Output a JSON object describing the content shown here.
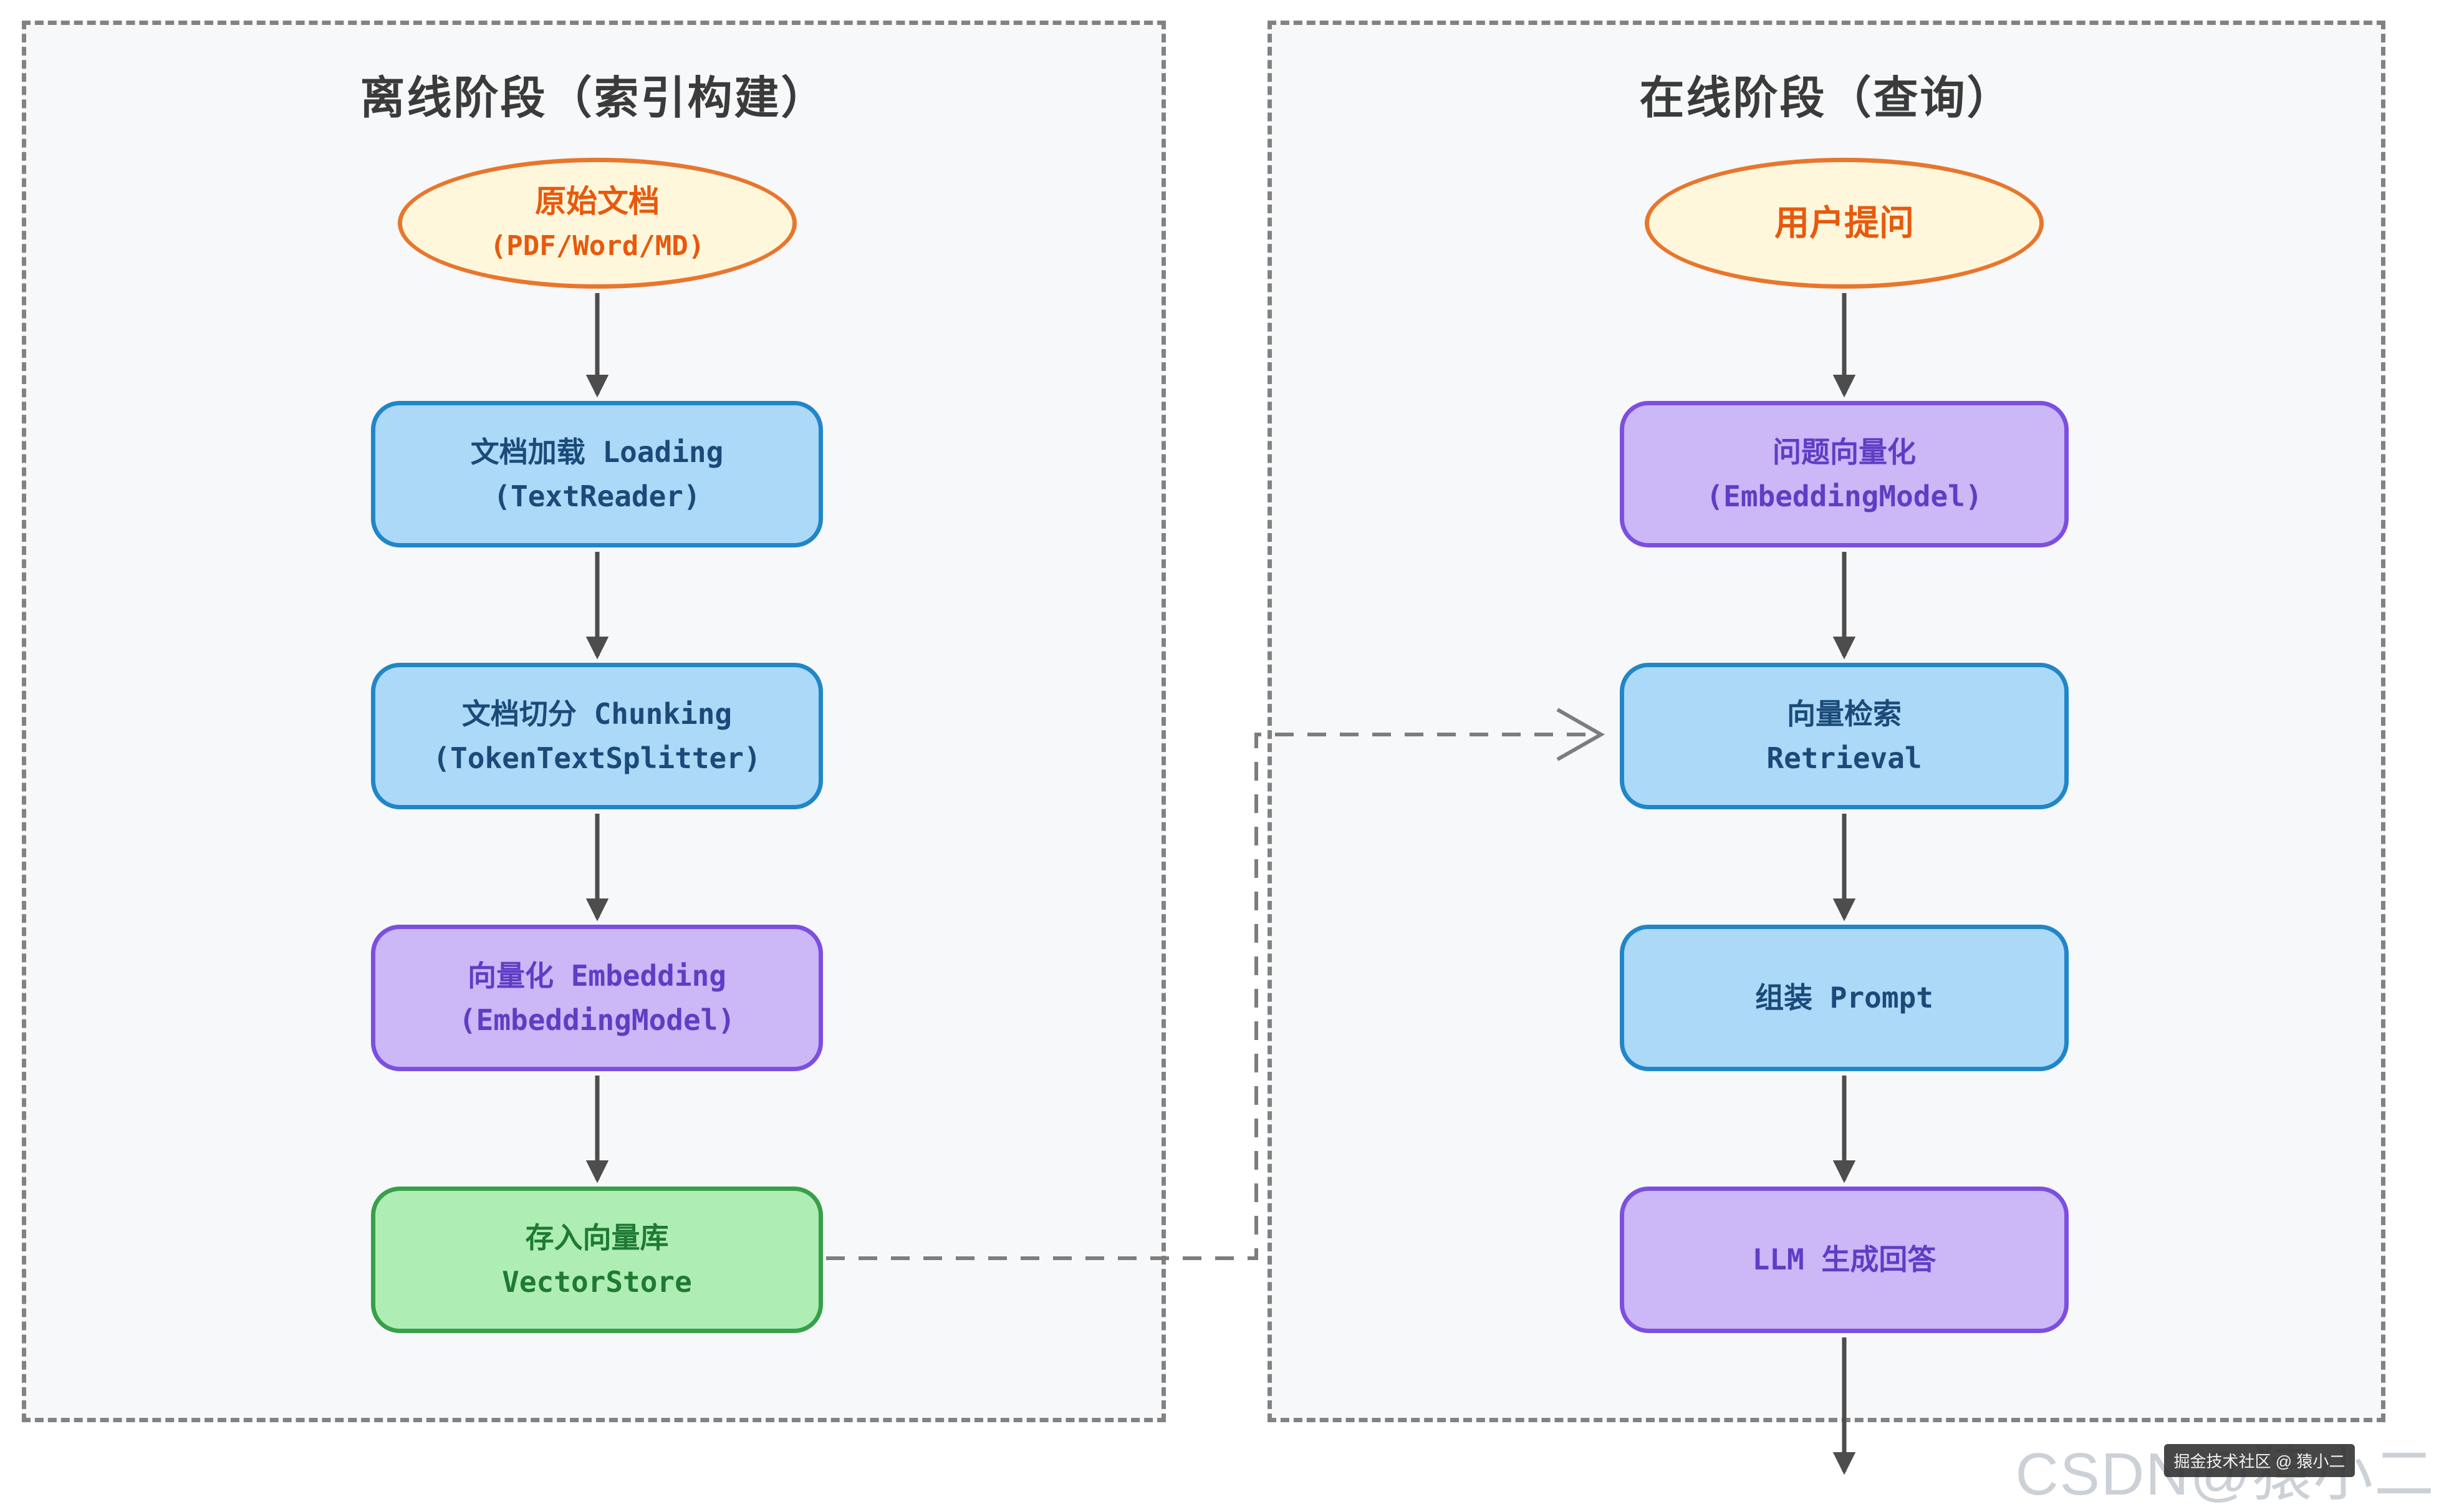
{
  "diagram": {
    "left_panel": {
      "title": "离线阶段（索引构建）",
      "start": {
        "line1": "原始文档",
        "line2": "(PDF/Word/MD)"
      },
      "nodes": [
        {
          "id": "loading",
          "line1": "文档加载 Loading",
          "line2": "(TextReader)",
          "color": "blue"
        },
        {
          "id": "chunking",
          "line1": "文档切分 Chunking",
          "line2": "(TokenTextSplitter)",
          "color": "blue"
        },
        {
          "id": "embedding",
          "line1": "向量化 Embedding",
          "line2": "(EmbeddingModel)",
          "color": "purple"
        },
        {
          "id": "vectorstore",
          "line1": "存入向量库",
          "line2": "VectorStore",
          "color": "green"
        }
      ]
    },
    "right_panel": {
      "title": "在线阶段（查询）",
      "start": {
        "line1": "用户提问"
      },
      "nodes": [
        {
          "id": "question-embedding",
          "line1": "问题向量化",
          "line2": "(EmbeddingModel)",
          "color": "purple"
        },
        {
          "id": "retrieval",
          "line1": "向量检索",
          "line2": "Retrieval",
          "color": "blue"
        },
        {
          "id": "assemble-prompt",
          "line1": "组装 Prompt",
          "color": "blue"
        },
        {
          "id": "llm-answer",
          "line1": "LLM 生成回答",
          "color": "purple"
        }
      ]
    },
    "palette": {
      "blue_fill": "#abd9f7",
      "blue_border": "#2186c8",
      "blue_text": "#1b4a7a",
      "purple_fill": "#ccb7f7",
      "purple_border": "#7c4fe0",
      "purple_text": "#5f3dc4",
      "green_fill": "#aeeeb4",
      "green_border": "#37a04a",
      "green_text": "#1f7a33",
      "ellipse_fill": "#fef7dc",
      "ellipse_border": "#e8762d",
      "ellipse_text": "#e8590c",
      "panel_fill": "#f7f8f9",
      "panel_border": "#828282",
      "arrow": "#4d4d4d",
      "dashed_connector": "#7d7d7d"
    },
    "watermark": {
      "big": "CSDN@猿小二",
      "badge": "掘金技术社区 @ 猿小二"
    }
  }
}
